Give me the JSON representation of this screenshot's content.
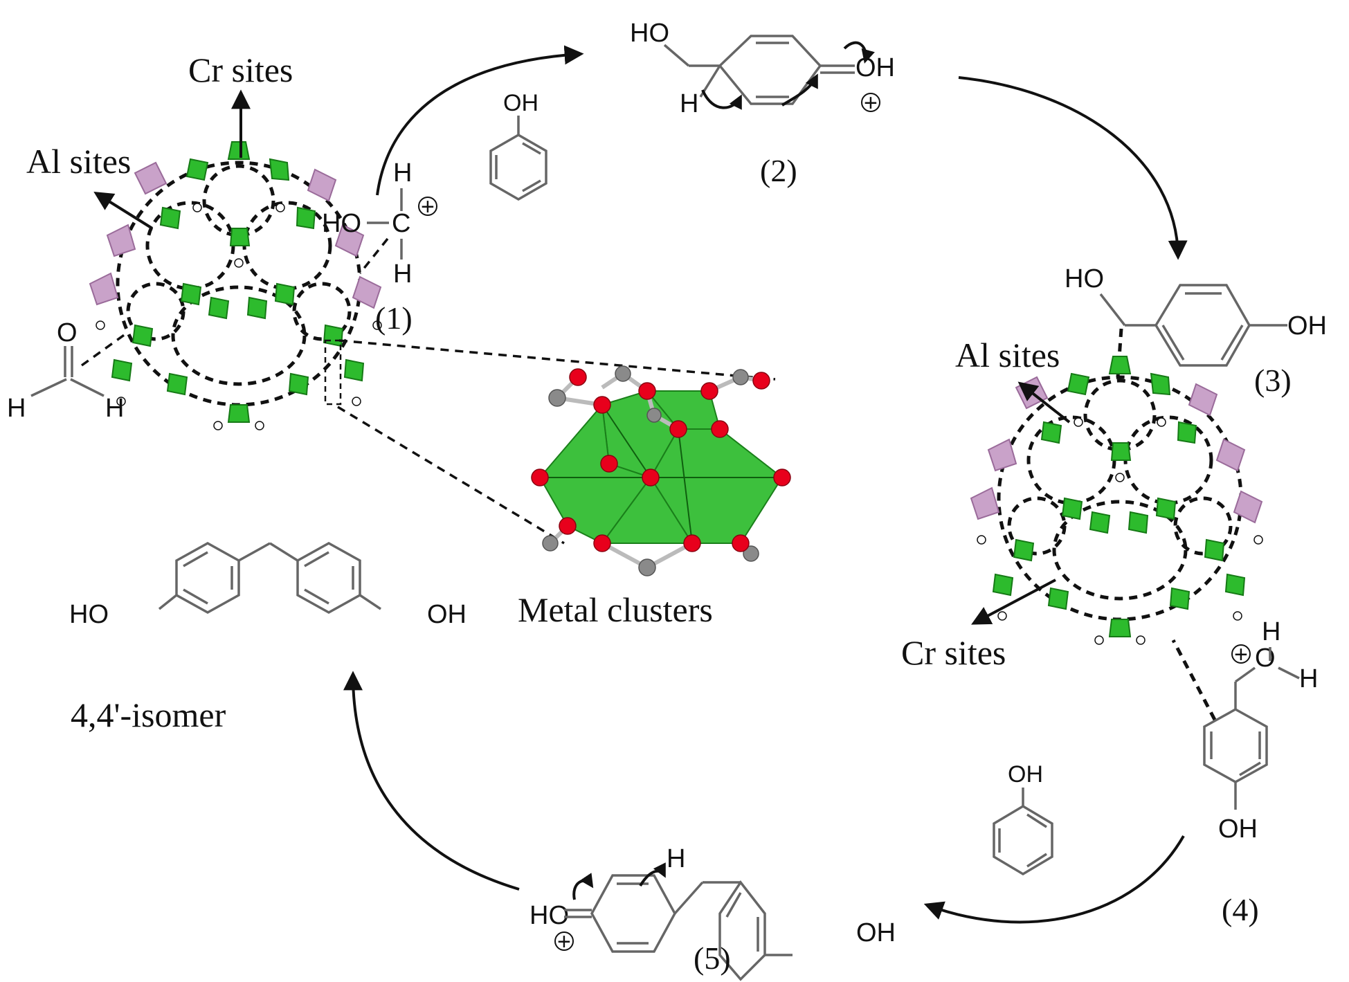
{
  "labels": {
    "cr_sites_top": "Cr sites",
    "al_sites_left": "Al sites",
    "al_sites_right": "Al sites",
    "cr_sites_bottom": "Cr sites",
    "metal_clusters": "Metal clusters",
    "isomer": "4,4'-isomer"
  },
  "steps": {
    "s1": "(1)",
    "s2": "(2)",
    "s3": "(3)",
    "s4": "(4)",
    "s5": "(5)"
  },
  "atoms": {
    "HO": "HO",
    "OH": "OH",
    "H": "H",
    "C": "C",
    "O": "O",
    "HO_dash": "HO",
    "plus": "+"
  },
  "colors": {
    "cr_green": "#2dbb2d",
    "al_pink": "#c9a2c9",
    "oxygen_red": "#e8001c",
    "carbon_gray": "#8a8a8a",
    "bond_gray": "#666666"
  }
}
